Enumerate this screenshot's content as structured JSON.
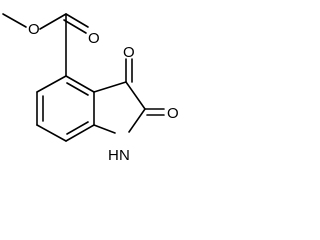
{
  "molecule": {
    "atoms": {
      "ester_oxygen": "O",
      "carbonyl_oxygen_ester": "O",
      "carbonyl_oxygen_c3": "O",
      "carbonyl_oxygen_c2": "O",
      "ring_nitrogen": "H\nN"
    }
  },
  "labels": {
    "ester_oxygen": "O",
    "carbonyl_oxygen_ester": "O",
    "carbonyl_oxygen_c3": "O",
    "carbonyl_oxygen_c2": "O",
    "nh_h": "H",
    "nh_n": "N"
  }
}
